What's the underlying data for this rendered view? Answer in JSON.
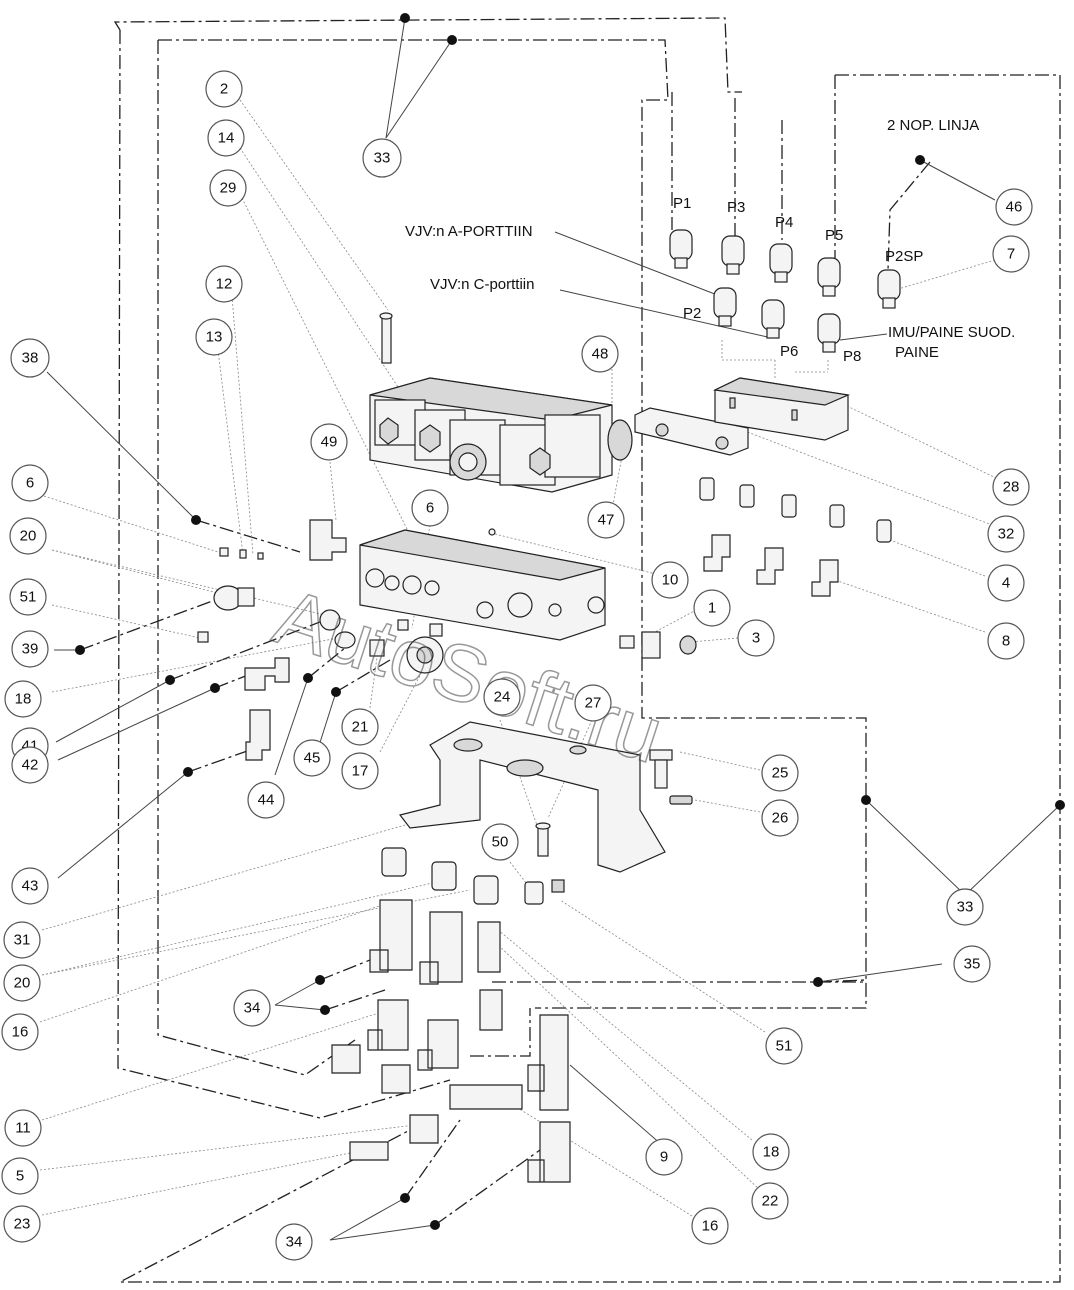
{
  "labels": {
    "p1": "P1",
    "p2": "P2",
    "p3": "P3",
    "p4": "P4",
    "p5": "P5",
    "p6": "P6",
    "p8": "P8",
    "p2sp": "P2SP",
    "nop_linja": "2 NOP. LINJA",
    "vjv_a": "VJV:n A-PORTTIIN",
    "vjv_c": "VJV:n C-porttiin",
    "imu_paine_1": "IMU/PAINE SUOD.",
    "imu_paine_2": "PAINE"
  },
  "callouts": {
    "c2": "2",
    "c14": "14",
    "c29": "29",
    "c12": "12",
    "c13": "13",
    "c38": "38",
    "c33a": "33",
    "c48": "48",
    "c47": "47",
    "c49": "49",
    "c6a": "6",
    "c6b": "6",
    "c20a": "20",
    "c51a": "51",
    "c39": "39",
    "c18a": "18",
    "c41": "41",
    "c42": "42",
    "c43": "43",
    "c44": "44",
    "c45": "45",
    "c21": "21",
    "c17": "17",
    "c10": "10",
    "c1": "1",
    "c3": "3",
    "c46": "46",
    "c7": "7",
    "c28": "28",
    "c32": "32",
    "c4": "4",
    "c8": "8",
    "c24": "24",
    "c27": "27",
    "c25": "25",
    "c26": "26",
    "c33b": "33",
    "c50": "50",
    "c31": "31",
    "c20b": "20",
    "c16a": "16",
    "c34a": "34",
    "c35": "35",
    "c51b": "51",
    "c11": "11",
    "c5": "5",
    "c23": "23",
    "c9": "9",
    "c18b": "18",
    "c22": "22",
    "c16b": "16",
    "c34b": "34"
  },
  "watermark": "AutoSoft.ru"
}
